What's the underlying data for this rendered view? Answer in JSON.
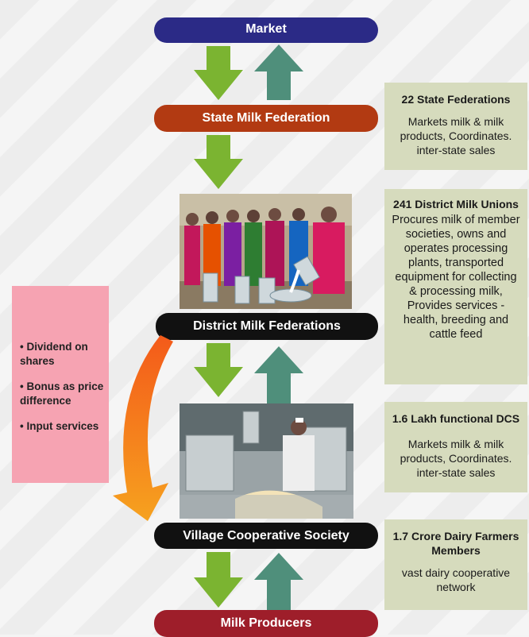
{
  "nodes": {
    "market": "Market",
    "state_federation": "State Milk Federation",
    "district_federations": "District Milk Federations",
    "village_society": "Village Cooperative Society",
    "milk_producers": "Milk Producers"
  },
  "info": {
    "state": {
      "title": "22 State Federations",
      "text": "Markets milk & milk products, Coordinates. inter-state sales"
    },
    "district": {
      "title": "241 District Milk Unions",
      "text": "Procures milk of member societies, owns and operates processing plants, transported equipment for collecting & processing milk, Provides services - health, breeding and cattle feed"
    },
    "dcs": {
      "title": "1.6 Lakh functional DCS",
      "text": "Markets milk & milk products, Coordinates. inter-state sales"
    },
    "farmers": {
      "title": "1.7 Crore Dairy Farmers Members",
      "text": "vast dairy cooperative network"
    }
  },
  "benefits": [
    "• Dividend on shares",
    "• Bonus as price difference",
    "• Input services"
  ],
  "colors": {
    "market": "#2b2a86",
    "state": "#b23a12",
    "district": "#111111",
    "village": "#111111",
    "producers": "#9e1e2a",
    "down_arrow": "#7bb431",
    "up_arrow": "#4f8f7b",
    "side_box": "#d6dbbd",
    "pink_box": "#f6a3b2",
    "curved_arrow": "#f08a1a"
  }
}
